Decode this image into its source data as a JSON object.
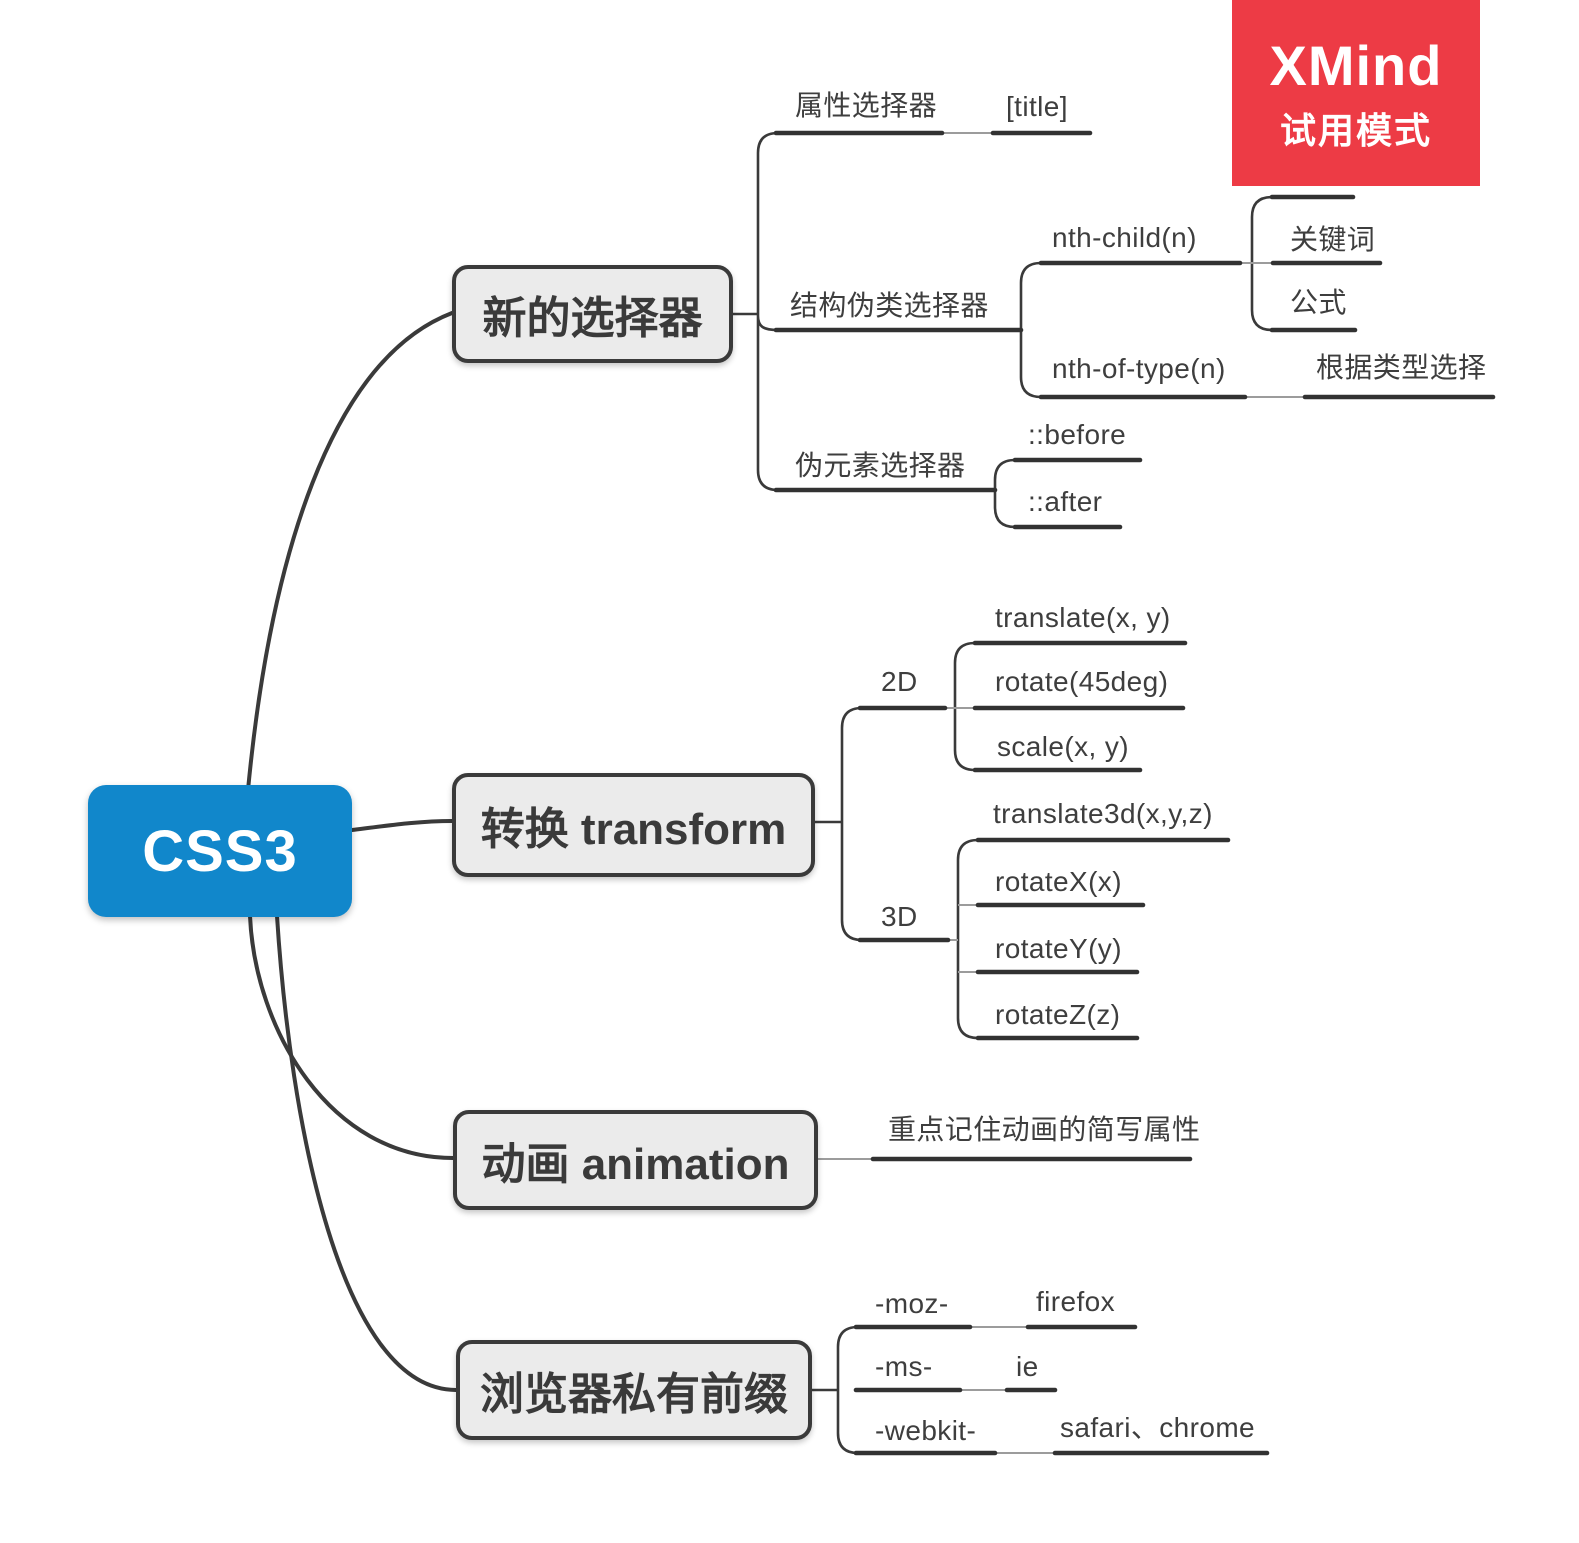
{
  "app": {
    "badge": {
      "title": "XMind",
      "subtitle": "试用模式"
    }
  },
  "colors": {
    "background": "#ffffff",
    "line": "#3a3a3a",
    "underline": "#323232",
    "link_line": "#9c9c9c",
    "root_fill": "#1187cb",
    "root_text": "#ffffff",
    "branch_fill": "#ebebeb",
    "branch_border": "#3a3a3a",
    "text": "#3e3e3e",
    "badge_bg": "#ed3b45",
    "badge_text": "#ffffff"
  },
  "mindmap": {
    "root": {
      "label": "CSS3"
    },
    "branches": [
      {
        "label": "新的选择器",
        "children": [
          {
            "label": "属性选择器",
            "children": [
              {
                "label": "[title]"
              }
            ]
          },
          {
            "label": "结构伪类选择器",
            "children": [
              {
                "label": "nth-child(n)",
                "children": [
                  {
                    "label": ""
                  },
                  {
                    "label": "关键词"
                  },
                  {
                    "label": "公式"
                  }
                ]
              },
              {
                "label": "nth-of-type(n)",
                "children": [
                  {
                    "label": "根据类型选择"
                  }
                ]
              }
            ]
          },
          {
            "label": "伪元素选择器",
            "children": [
              {
                "label": "::before"
              },
              {
                "label": "::after"
              }
            ]
          }
        ]
      },
      {
        "label": "转换 transform",
        "children": [
          {
            "label": "2D",
            "children": [
              {
                "label": "translate(x, y)"
              },
              {
                "label": "rotate(45deg)"
              },
              {
                "label": "scale(x, y)"
              }
            ]
          },
          {
            "label": "3D",
            "children": [
              {
                "label": "translate3d(x,y,z)"
              },
              {
                "label": "rotateX(x)"
              },
              {
                "label": "rotateY(y)"
              },
              {
                "label": "rotateZ(z)"
              }
            ]
          }
        ]
      },
      {
        "label": "动画 animation",
        "children": [
          {
            "label": "重点记住动画的简写属性"
          }
        ]
      },
      {
        "label": "浏览器私有前缀",
        "children": [
          {
            "label": "-moz-",
            "children": [
              {
                "label": "firefox"
              }
            ]
          },
          {
            "label": "-ms-",
            "children": [
              {
                "label": "ie"
              }
            ]
          },
          {
            "label": "-webkit-",
            "children": [
              {
                "label": "safari、chrome"
              }
            ]
          }
        ]
      }
    ]
  }
}
